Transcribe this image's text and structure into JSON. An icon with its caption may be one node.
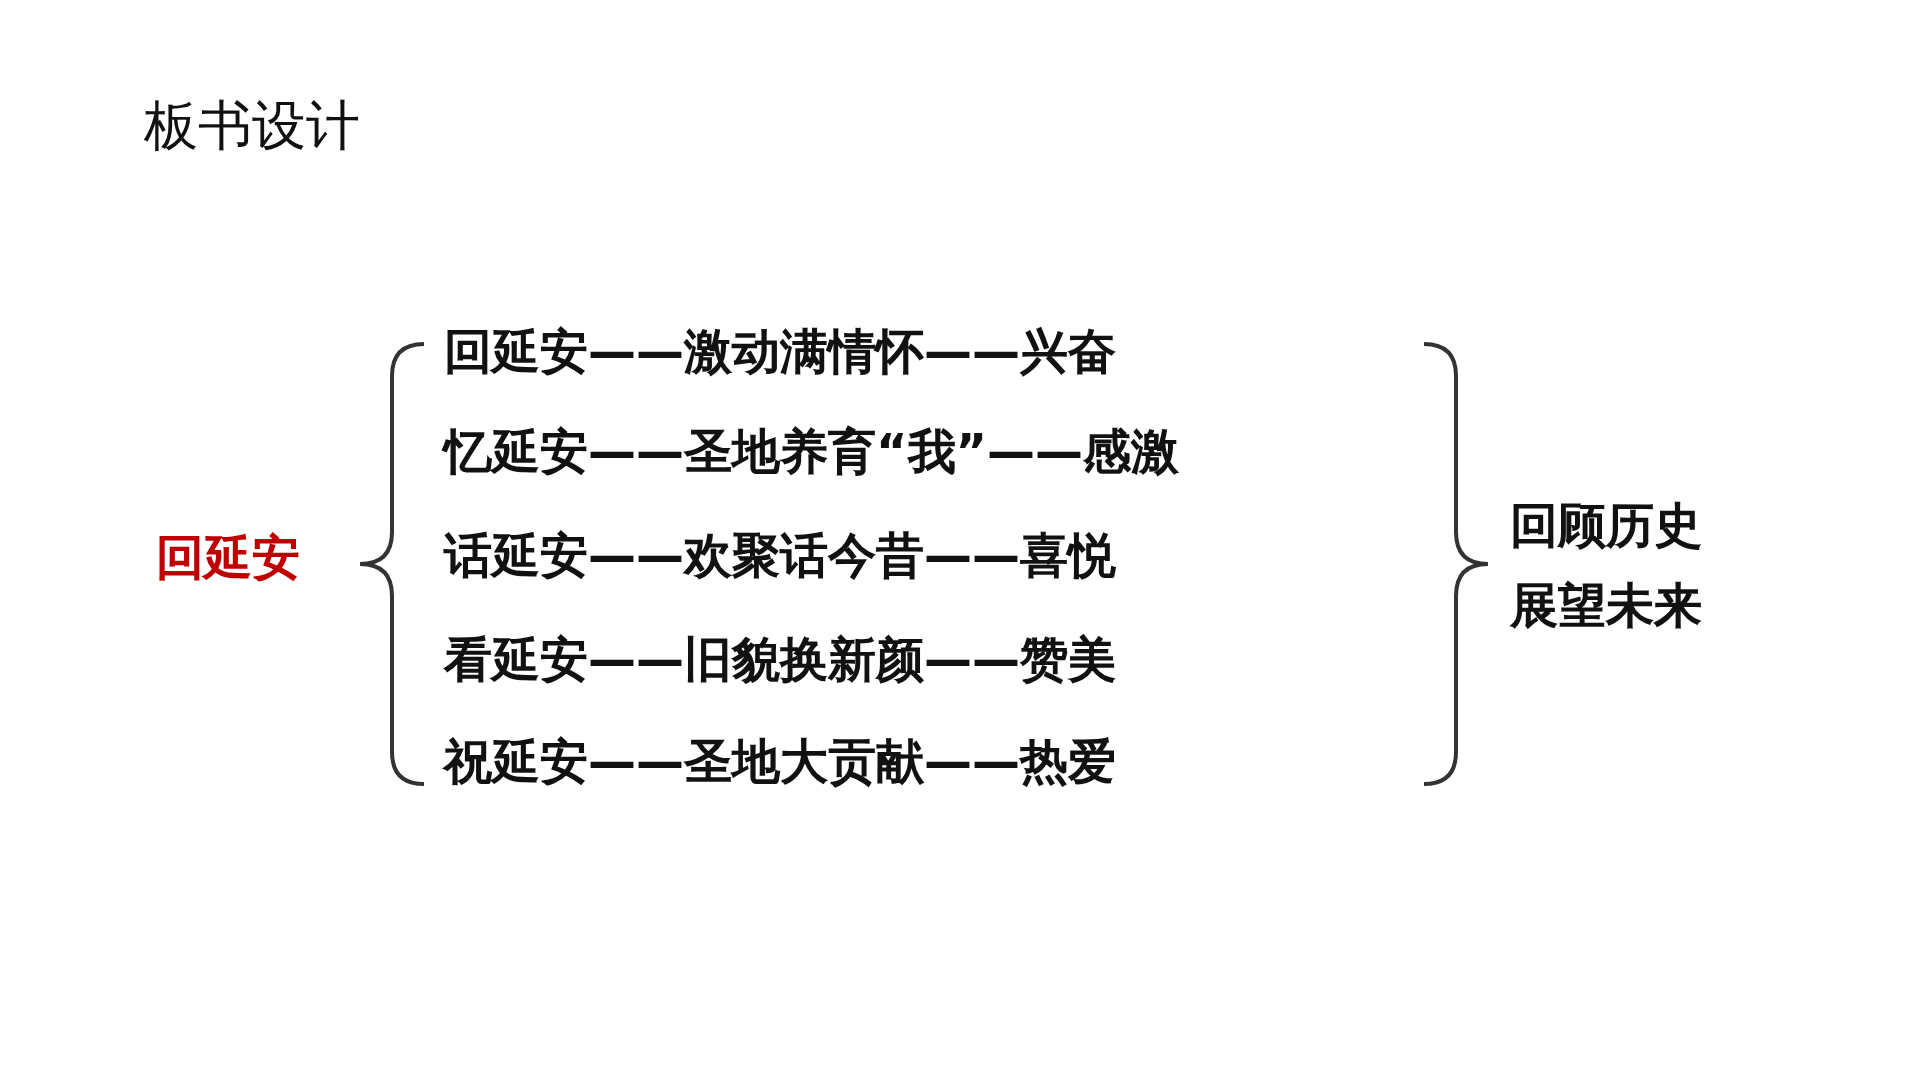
{
  "diagram": {
    "title": "板书设计",
    "labels": [
      "回延安",
      "回延安——激动满情怀——兴奋",
      "忆延安——圣地养育“我”——感激",
      "话延安——欢聚话今昔——喜悦",
      "看延安——旧貌换新颜——赞美",
      "祝延安——圣地大贡献——热爱",
      "回顾历史",
      "展望未来"
    ]
  }
}
